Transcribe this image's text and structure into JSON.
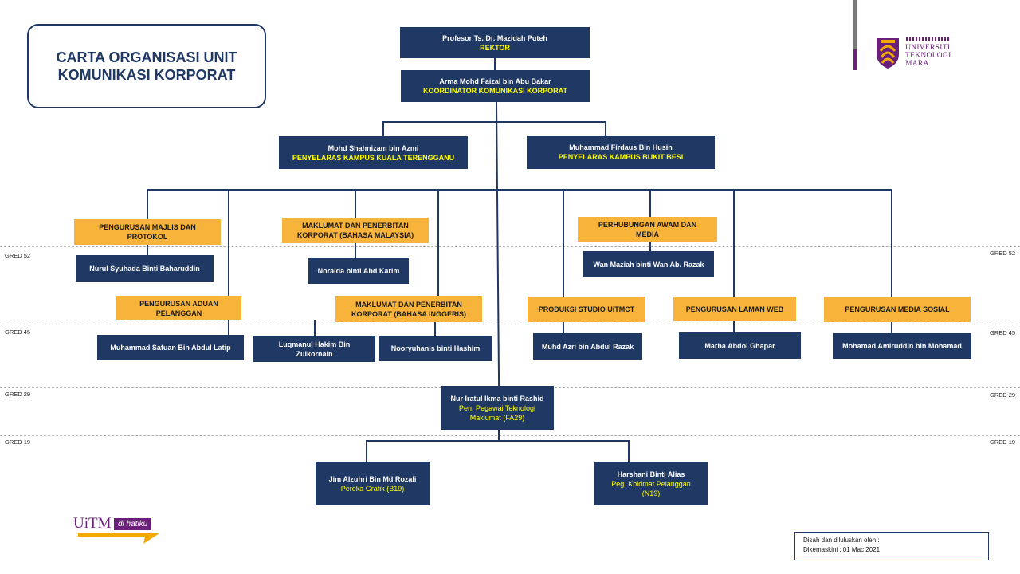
{
  "title": "CARTA ORGANISASI UNIT\nKOMUNIKASI KORPORAT",
  "logo": {
    "line1": "UNIVERSITI",
    "line2": "TEKNOLOGI",
    "line3": "MARA",
    "colors": {
      "purple": "#6a1f7a",
      "gold": "#f2a900"
    }
  },
  "grade_labels": {
    "g52": "GRED 52",
    "g45": "GRED 45",
    "g29": "GRED 29",
    "g19": "GRED 19"
  },
  "nodes": {
    "rektor": {
      "name": "Profesor Ts. Dr. Mazidah Puteh",
      "role": "REKTOR"
    },
    "koordinator": {
      "name": "Arma Mohd Faizal bin Abu Bakar",
      "role": "KOORDINATOR KOMUNIKASI KORPORAT"
    },
    "kt": {
      "name": "Mohd Shahnizam bin Azmi",
      "role": "PENYELARAS KAMPUS KUALA TERENGGANU"
    },
    "bb": {
      "name": "Muhammad Firdaus Bin Husin",
      "role": "PENYELARAS KAMPUS BUKIT BESI"
    },
    "nurul": {
      "name": "Nurul Syuhada Binti Baharuddin"
    },
    "noraida": {
      "name": "Noraida binti Abd Karim"
    },
    "wan": {
      "name": "Wan Maziah binti Wan Ab. Razak"
    },
    "safuan": {
      "name": "Muhammad Safuan Bin Abdul Latip"
    },
    "luqmanul": {
      "name": "Luqmanul Hakim Bin\nZulkornain"
    },
    "nooryuhanis": {
      "name": "Nooryuhanis binti Hashim"
    },
    "azri": {
      "name": "Muhd Azri bin Abdul Razak"
    },
    "marha": {
      "name": "Marha Abdol Ghapar"
    },
    "amiruddin": {
      "name": "Mohamad Amiruddin bin Mohamad"
    },
    "nur": {
      "name": "Nur Iratul Ikma binti Rashid",
      "role": "Pen. Pegawai Teknologi\nMaklumat  (FA29)"
    },
    "jim": {
      "name": "Jim Alzuhri Bin Md Rozali",
      "role": "Pereka Grafik (B19)"
    },
    "harshani": {
      "name": "Harshani Binti Alias",
      "role": "Peg. Khidmat Pelanggan\n(N19)"
    }
  },
  "units": {
    "majlis": "PENGURUSAN MAJLIS DAN\nPROTOKOL",
    "bm": "MAKLUMAT DAN PENERBITAN\nKORPORAT (BAHASA MALAYSIA)",
    "awam": "PERHUBUNGAN AWAM DAN\nMEDIA",
    "aduan": "PENGURUSAN ADUAN\nPELANGGAN",
    "bi": "MAKLUMAT DAN PENERBITAN\nKORPORAT (BAHASA INGGERIS)",
    "studio": "PRODUKSI STUDIO UiTMCT",
    "laman": "PENGURUSAN LAMAN WEB",
    "sosial": "PENGURUSAN MEDIA SOSIAL"
  },
  "badge": {
    "brand": "UiTM",
    "tagline": "di hatiku"
  },
  "footer": {
    "line1": "Disah dan diluluskan oleh :",
    "line2": "Dikemaskini : 01 Mac 2021"
  }
}
